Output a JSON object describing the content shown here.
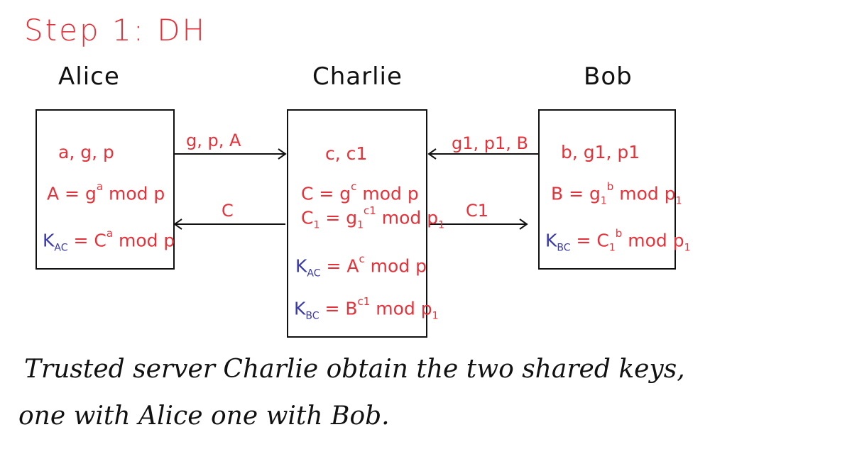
{
  "title": "Step 1: DH",
  "parties": {
    "alice": "Alice",
    "charlie": "Charlie",
    "bob": "Bob"
  },
  "alice_box": {
    "params": "a, g, p",
    "public_eq_left": "A = g",
    "public_eq_sup": "a",
    "public_eq_right": " mod p",
    "key_name": "K",
    "key_sub": "AC",
    "key_eq_left": " = C",
    "key_eq_sup": "a",
    "key_eq_right": " mod p"
  },
  "charlie_box": {
    "params": "c, c1",
    "c_eq_left": "C = g",
    "c_eq_sup": "c",
    "c_eq_right": " mod p",
    "c1_eq_left": "C",
    "c1_eq_sub": "1",
    "c1_eq_mid": " = g",
    "c1_eq_sub2": "1",
    "c1_eq_sup": "c1",
    "c1_eq_right": " mod p",
    "c1_eq_sub3": "1",
    "kac_name": "K",
    "kac_sub": "AC",
    "kac_eq_left": " = A",
    "kac_eq_sup": "c",
    "kac_eq_right": " mod p",
    "kbc_name": "K",
    "kbc_sub": "BC",
    "kbc_eq_left": " = B",
    "kbc_eq_sup": "c1",
    "kbc_eq_right": " mod p",
    "kbc_eq_sub": "1"
  },
  "bob_box": {
    "params": "b, g1, p1",
    "public_eq_left": "B = g",
    "public_eq_sub": "1",
    "public_eq_sup": "b",
    "public_eq_right": " mod p",
    "public_eq_sub2": "1",
    "key_name": "K",
    "key_sub": "BC",
    "key_eq_left": " = C",
    "key_eq_sub": "1",
    "key_eq_sup": "b",
    "key_eq_right": " mod p",
    "key_eq_sub2": "1"
  },
  "arrows": {
    "alice_to_charlie": "g, p, A",
    "charlie_to_alice": "C",
    "bob_to_charlie": "g1, p1, B",
    "charlie_to_bob": "C1"
  },
  "caption": {
    "line1": "Trusted server Charlie obtain the two shared keys,",
    "line2": "one with Alice one with Bob."
  },
  "colors": {
    "secret_ink": "#e5323a",
    "key_ink": "#3a3aa8",
    "line_ink": "#111111"
  }
}
